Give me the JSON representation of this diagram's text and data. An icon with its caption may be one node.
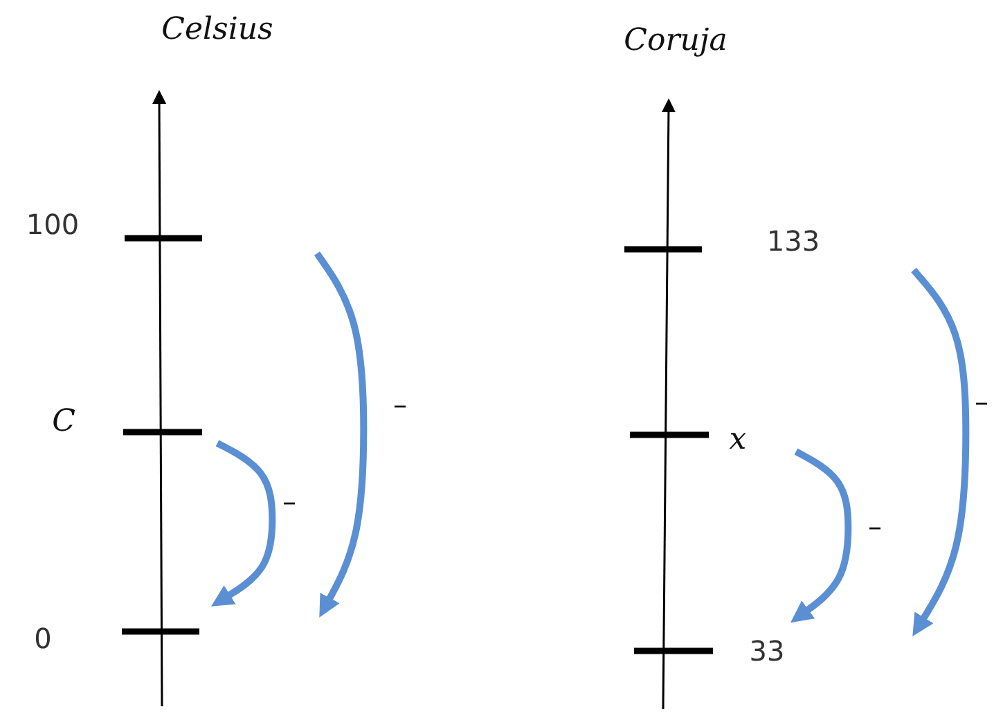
{
  "diagram": {
    "labels": [
      "Celsius",
      "Coruja",
      "100",
      "133",
      "C",
      "x",
      "–",
      "–",
      "0",
      "33",
      "–",
      "–"
    ]
  }
}
